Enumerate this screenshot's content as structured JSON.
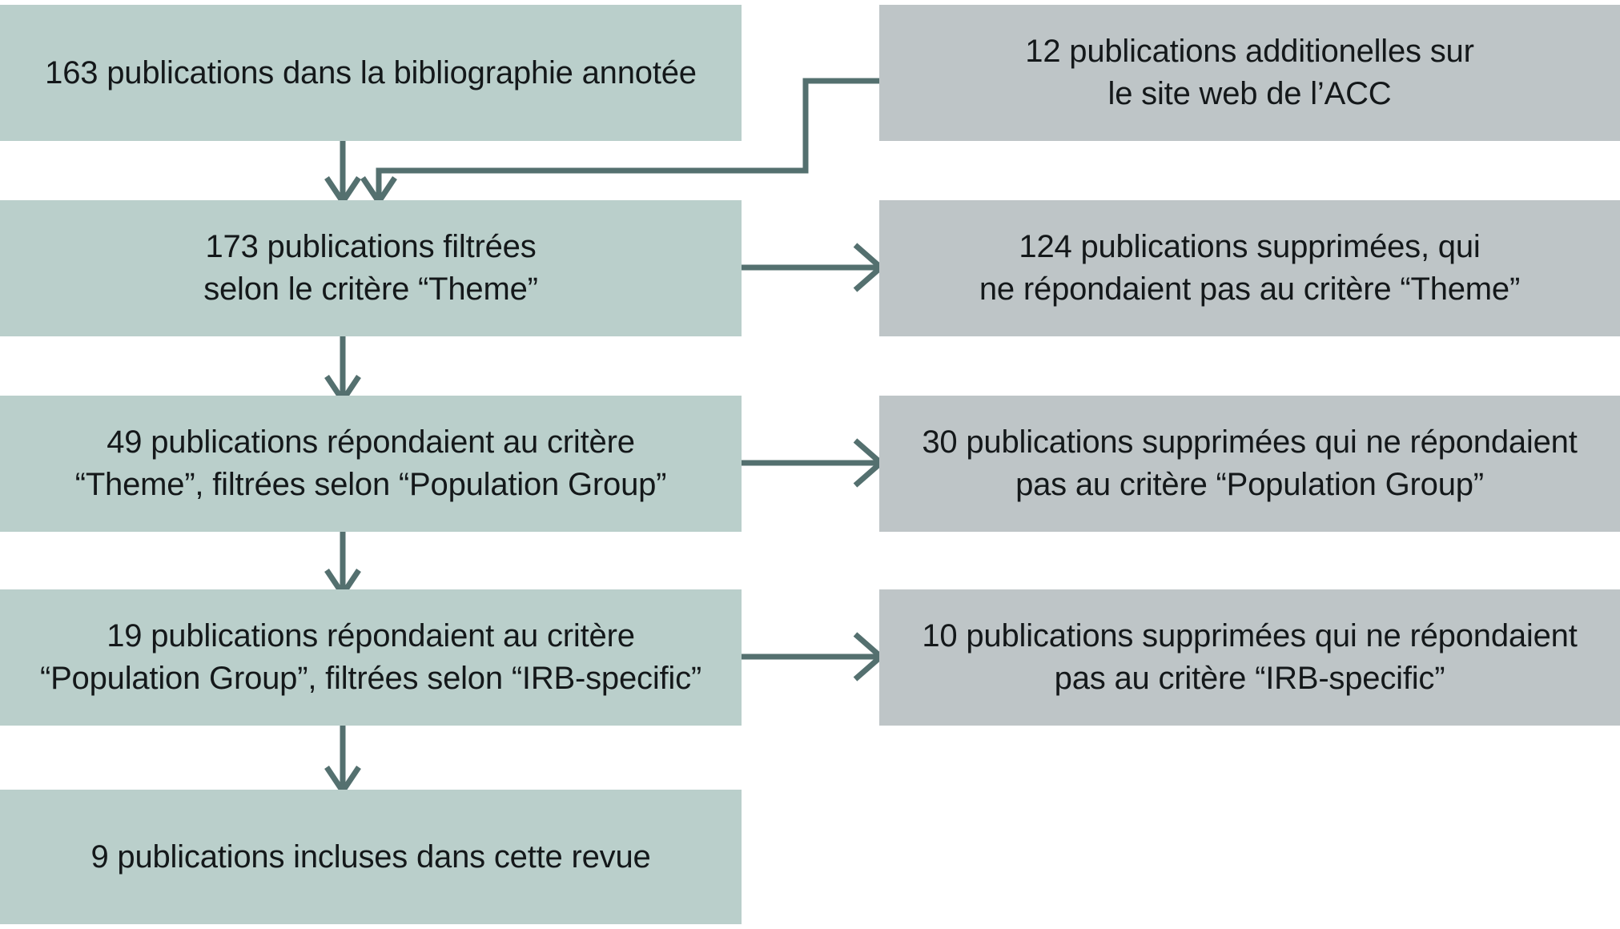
{
  "diagram": {
    "type": "prisma-flow-diagram",
    "language": "fr",
    "colors": {
      "primary_box": "#bacfcb",
      "secondary_box": "#bec5c7",
      "connector": "#54706f",
      "text": "#14181a",
      "background": "#ffffff"
    },
    "nodes": {
      "annotated_bibliography": {
        "id": "annotated-bibliography",
        "count": 163,
        "line1": "163 publications dans la bibliographie annotée",
        "line2": ""
      },
      "acc_website": {
        "id": "acc-website",
        "count": 12,
        "line1": "12 publications additionelles sur",
        "line2": "le site web de l’ACC"
      },
      "filtered_theme": {
        "id": "filtered-theme",
        "count": 173,
        "line1": "173 publications filtrées",
        "line2": "selon le critère “Theme”"
      },
      "excluded_theme": {
        "id": "excluded-theme",
        "count": 124,
        "line1": "124 publications supprimées, qui",
        "line2": "ne répondaient pas au critère “Theme”"
      },
      "met_theme": {
        "id": "met-theme",
        "count": 49,
        "line1": "49 publications répondaient au critère",
        "line2": "“Theme”, filtrées selon “Population Group”"
      },
      "excluded_population_group": {
        "id": "excluded-population-group",
        "count": 30,
        "line1": "30 publications supprimées qui ne répondaient",
        "line2": "pas au critère “Population Group”"
      },
      "met_population_group": {
        "id": "met-population-group",
        "count": 19,
        "line1": "19 publications répondaient au critère",
        "line2": "“Population Group”, filtrées selon “IRB-specific”"
      },
      "excluded_irb": {
        "id": "excluded-irb",
        "count": 10,
        "line1": "10 publications supprimées qui ne répondaient",
        "line2": "pas au critère “IRB-specific”"
      },
      "included": {
        "id": "included-publications",
        "count": 9,
        "line1": "9 publications incluses dans cette revue",
        "line2": ""
      }
    },
    "connectors": [
      {
        "id": "arrow-bibliography-to-filtered",
        "from": "annotated-bibliography",
        "to": "filtered-theme",
        "direction": "down"
      },
      {
        "id": "arrow-acc-to-filtered",
        "from": "acc-website",
        "to": "filtered-theme",
        "direction": "elbow-left-down"
      },
      {
        "id": "arrow-filtered-to-excluded-theme",
        "from": "filtered-theme",
        "to": "excluded-theme",
        "direction": "right"
      },
      {
        "id": "arrow-filtered-to-met-theme",
        "from": "filtered-theme",
        "to": "met-theme",
        "direction": "down"
      },
      {
        "id": "arrow-met-theme-to-excluded-pg",
        "from": "met-theme",
        "to": "excluded-population-group",
        "direction": "right"
      },
      {
        "id": "arrow-met-theme-to-met-pg",
        "from": "met-theme",
        "to": "met-population-group",
        "direction": "down"
      },
      {
        "id": "arrow-met-pg-to-excluded-irb",
        "from": "met-population-group",
        "to": "excluded-irb",
        "direction": "right"
      },
      {
        "id": "arrow-met-pg-to-included",
        "from": "met-population-group",
        "to": "included-publications",
        "direction": "down"
      }
    ]
  }
}
